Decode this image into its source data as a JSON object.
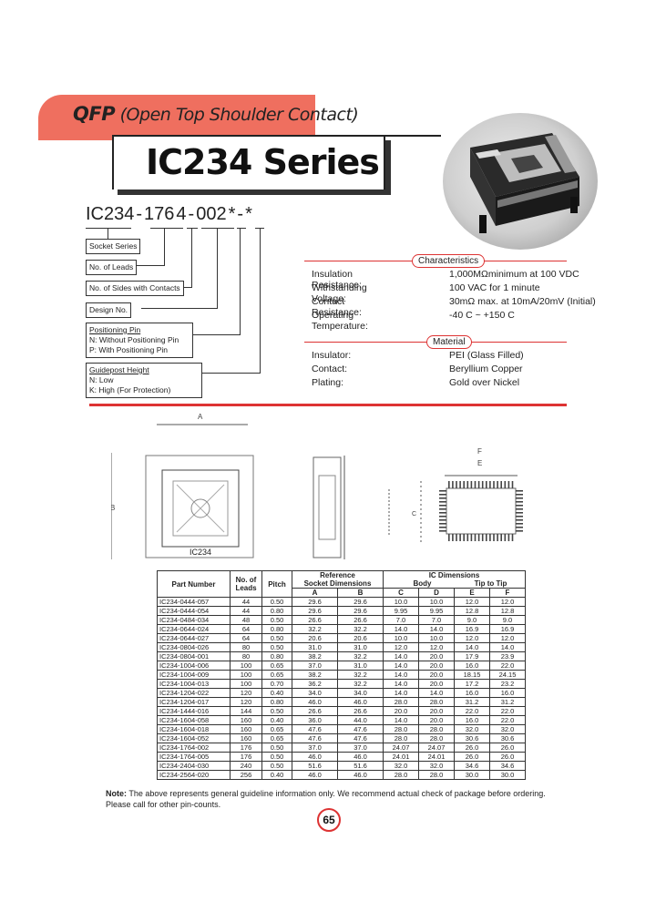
{
  "header": {
    "category": "QFP",
    "subtitle": "(Open Top Shoulder Contact)",
    "series_title": "IC234 Series"
  },
  "part_number": {
    "segments": [
      "IC234",
      "-",
      "176",
      "4",
      "-",
      "002",
      "*",
      "-",
      "*"
    ],
    "breakdown": [
      {
        "label": "Socket Series"
      },
      {
        "label": "No. of Leads"
      },
      {
        "label": "No. of Sides with Contacts"
      },
      {
        "label": "Design No."
      },
      {
        "label": "Positioning Pin",
        "options": [
          "N: Without Positioning Pin",
          "P: With Positioning Pin"
        ]
      },
      {
        "label": "Guidepost Height",
        "options": [
          "N: Low",
          "K: High (For Protection)"
        ]
      }
    ]
  },
  "characteristics": {
    "heading": "Characteristics",
    "rows": [
      {
        "key": "Insulation Resistance:",
        "value": "1,000MΩminimum at 100 VDC"
      },
      {
        "key": "Withstanding Voltage:",
        "value": "100 VAC for 1 minute"
      },
      {
        "key": "Contact Resistance:",
        "value": "30mΩ max. at 10mA/20mV (Initial)"
      },
      {
        "key": "Operating Temperature:",
        "value": "-40 C ~ +150 C"
      }
    ]
  },
  "material": {
    "heading": "Material",
    "rows": [
      {
        "key": "Insulator:",
        "value": "PEI (Glass Filled)"
      },
      {
        "key": "Contact:",
        "value": "Beryllium Copper"
      },
      {
        "key": "Plating:",
        "value": "Gold over Nickel"
      }
    ]
  },
  "drawing": {
    "dim_a": "A",
    "dim_b": "B",
    "dim_c": "C",
    "dim_e": "E",
    "dim_f": "F",
    "socket_label": "IC234"
  },
  "table": {
    "group_headers": {
      "reference": "Reference",
      "socket_dims": "Socket  Dimensions",
      "ic_dims": "IC  Dimensions",
      "body": "Body",
      "tip": "Tip to Tip"
    },
    "col_headers": [
      "Part Number",
      "No. of Leads",
      "Pitch",
      "A",
      "B",
      "C",
      "D",
      "E",
      "F"
    ],
    "rows": [
      [
        "IC234-0444-057",
        "44",
        "0.50",
        "29.6",
        "29.6",
        "10.0",
        "10.0",
        "12.0",
        "12.0"
      ],
      [
        "IC234-0444-054",
        "44",
        "0.80",
        "29.6",
        "29.6",
        "9.95",
        "9.95",
        "12.8",
        "12.8"
      ],
      [
        "IC234-0484-034",
        "48",
        "0.50",
        "26.6",
        "26.6",
        "7.0",
        "7.0",
        "9.0",
        "9.0"
      ],
      [
        "IC234-0644-024",
        "64",
        "0.80",
        "32.2",
        "32.2",
        "14.0",
        "14.0",
        "16.9",
        "16.9"
      ],
      [
        "IC234-0644-027",
        "64",
        "0.50",
        "20.6",
        "20.6",
        "10.0",
        "10.0",
        "12.0",
        "12.0"
      ],
      [
        "IC234-0804-026",
        "80",
        "0.50",
        "31.0",
        "31.0",
        "12.0",
        "12.0",
        "14.0",
        "14.0"
      ],
      [
        "IC234-0804-001",
        "80",
        "0.80",
        "38.2",
        "32.2",
        "14.0",
        "20.0",
        "17.9",
        "23.9"
      ],
      [
        "IC234-1004-006",
        "100",
        "0.65",
        "37.0",
        "31.0",
        "14.0",
        "20.0",
        "16.0",
        "22.0"
      ],
      [
        "IC234-1004-009",
        "100",
        "0.65",
        "38.2",
        "32.2",
        "14.0",
        "20.0",
        "18.15",
        "24.15"
      ],
      [
        "IC234-1004-013",
        "100",
        "0.70",
        "36.2",
        "32.2",
        "14.0",
        "20.0",
        "17.2",
        "23.2"
      ],
      [
        "IC234-1204-022",
        "120",
        "0.40",
        "34.0",
        "34.0",
        "14.0",
        "14.0",
        "16.0",
        "16.0"
      ],
      [
        "IC234-1204-017",
        "120",
        "0.80",
        "46.0",
        "46.0",
        "28.0",
        "28.0",
        "31.2",
        "31.2"
      ],
      [
        "IC234-1444-016",
        "144",
        "0.50",
        "26.6",
        "26.6",
        "20.0",
        "20.0",
        "22.0",
        "22.0"
      ],
      [
        "IC234-1604-058",
        "160",
        "0.40",
        "36.0",
        "44.0",
        "14.0",
        "20.0",
        "16.0",
        "22.0"
      ],
      [
        "IC234-1604-018",
        "160",
        "0.65",
        "47.6",
        "47.6",
        "28.0",
        "28.0",
        "32.0",
        "32.0"
      ],
      [
        "IC234-1604-052",
        "160",
        "0.65",
        "47.6",
        "47.6",
        "28.0",
        "28.0",
        "30.6",
        "30.6"
      ],
      [
        "IC234-1764-002",
        "176",
        "0.50",
        "37.0",
        "37.0",
        "24.07",
        "24.07",
        "26.0",
        "26.0"
      ],
      [
        "IC234-1764-005",
        "176",
        "0.50",
        "46.0",
        "46.0",
        "24.01",
        "24.01",
        "26.0",
        "26.0"
      ],
      [
        "IC234-2404-030",
        "240",
        "0.50",
        "51.6",
        "51.6",
        "32.0",
        "32.0",
        "34.6",
        "34.6"
      ],
      [
        "IC234-2564-020",
        "256",
        "0.40",
        "46.0",
        "46.0",
        "28.0",
        "28.0",
        "30.0",
        "30.0"
      ]
    ]
  },
  "note": {
    "label": "Note:",
    "line1": " The above represents general guideline information only. We recommend actual check of package before ordering.",
    "line2": "Please call for other pin-counts."
  },
  "page_number": "65"
}
